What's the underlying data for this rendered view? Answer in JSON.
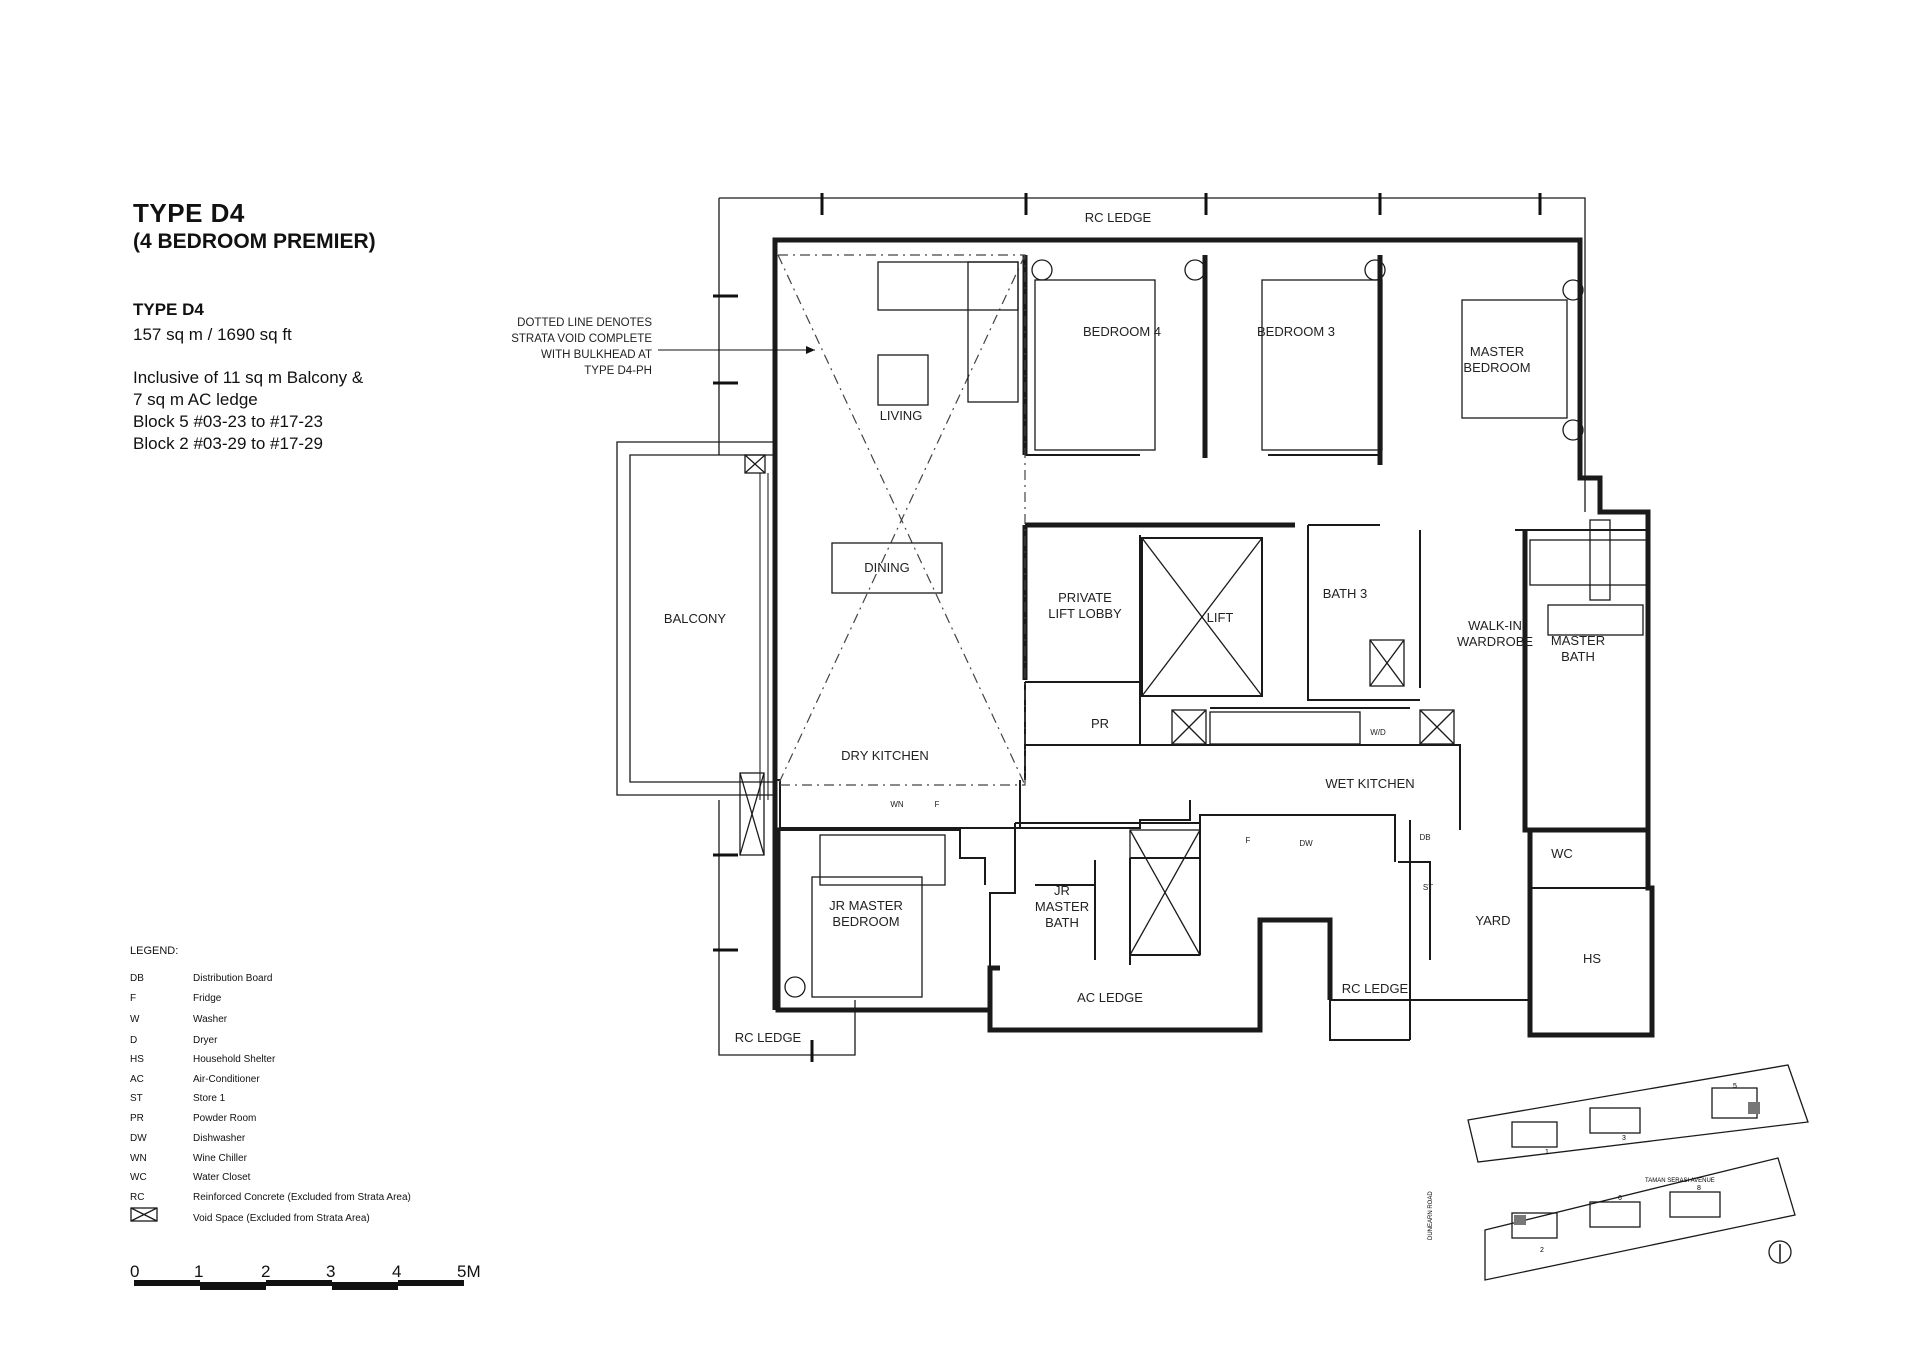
{
  "header": {
    "title": "TYPE  D4",
    "subtitle": "(4 BEDROOM PREMIER)"
  },
  "info": {
    "type_label": "TYPE D4",
    "area": "157 sq m / 1690 sq ft",
    "inclusive_1": "Inclusive of 11 sq m Balcony &",
    "inclusive_2": "7 sq m AC ledge",
    "block_5": "Block 5  #03-23 to #17-23",
    "block_2": "Block 2  #03-29 to #17-29"
  },
  "annotation": {
    "line1": "DOTTED LINE DENOTES",
    "line2": "STRATA VOID COMPLETE",
    "line3": "WITH BULKHEAD AT",
    "line4": "TYPE D4-PH"
  },
  "rooms": {
    "rc_ledge_top": "RC LEDGE",
    "bedroom4": "BEDROOM 4",
    "bedroom3": "BEDROOM 3",
    "master_bedroom_1": "MASTER",
    "master_bedroom_2": "BEDROOM",
    "living": "LIVING",
    "dining": "DINING",
    "balcony": "BALCONY",
    "private_lift_lobby_1": "PRIVATE",
    "private_lift_lobby_2": "LIFT LOBBY",
    "lift": "LIFT",
    "bath3": "BATH 3",
    "walk_in_wardrobe_1": "WALK-IN",
    "walk_in_wardrobe_2": "WARDROBE",
    "master_bath_1": "MASTER",
    "master_bath_2": "BATH",
    "pr": "PR",
    "dry_kitchen": "DRY KITCHEN",
    "wet_kitchen": "WET KITCHEN",
    "wn": "WN",
    "f1": "F",
    "f2": "F",
    "wd": "W/D",
    "dw": "DW",
    "db": "DB",
    "st": "ST",
    "wc": "WC",
    "jr_master_bedroom_1": "JR MASTER",
    "jr_master_bedroom_2": "BEDROOM",
    "jr_master_bath_1": "JR",
    "jr_master_bath_2": "MASTER",
    "jr_master_bath_3": "BATH",
    "ac_ledge": "AC LEDGE",
    "rc_ledge_mid": "RC LEDGE",
    "rc_ledge_left": "RC LEDGE",
    "yard": "YARD",
    "hs": "HS"
  },
  "legend": {
    "heading": "LEGEND:",
    "items": [
      {
        "code": "DB",
        "desc": "Distribution Board"
      },
      {
        "code": "F",
        "desc": "Fridge"
      },
      {
        "code": "W",
        "desc": "Washer"
      },
      {
        "code": "D",
        "desc": "Dryer"
      },
      {
        "code": "HS",
        "desc": "Household Shelter"
      },
      {
        "code": "AC",
        "desc": "Air-Conditioner"
      },
      {
        "code": "ST",
        "desc": "Store 1"
      },
      {
        "code": "PR",
        "desc": "Powder Room"
      },
      {
        "code": "DW",
        "desc": "Dishwasher"
      },
      {
        "code": "WN",
        "desc": "Wine Chiller"
      },
      {
        "code": "WC",
        "desc": "Water Closet"
      },
      {
        "code": "RC",
        "desc": "Reinforced Concrete (Excluded from Strata Area)"
      },
      {
        "code": "",
        "desc": "Void Space (Excluded from Strata Area)"
      }
    ]
  },
  "scale": {
    "labels": [
      "0",
      "1",
      "2",
      "3",
      "4",
      "5M"
    ]
  },
  "keyplan": {
    "road_1": "TAMAN SERASI AVENUE",
    "road_2": "DUNEARN ROAD",
    "blocks": [
      "1",
      "2",
      "3",
      "5",
      "6",
      "8"
    ]
  },
  "colors": {
    "ink": "#1a1a1a",
    "paper": "#ffffff",
    "highlight_unit": "#777777"
  }
}
